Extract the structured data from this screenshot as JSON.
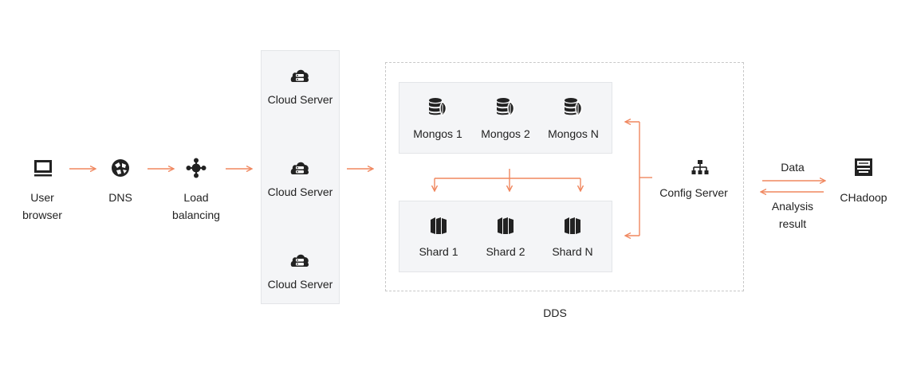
{
  "nodes": {
    "user_browser": {
      "line1": "User",
      "line2": "browser",
      "icon": "monitor-icon"
    },
    "dns": {
      "label": "DNS",
      "icon": "globe-icon"
    },
    "load_balancing": {
      "line1": "Load",
      "line2": "balancing",
      "icon": "load-balancer-icon"
    },
    "cloud_servers": [
      {
        "label": "Cloud Server",
        "icon": "cloud-server-icon"
      },
      {
        "label": "Cloud Server",
        "icon": "cloud-server-icon"
      },
      {
        "label": "Cloud Server",
        "icon": "cloud-server-icon"
      }
    ],
    "mongos": [
      {
        "label": "Mongos 1",
        "icon": "database-leaf-icon"
      },
      {
        "label": "Mongos 2",
        "icon": "database-leaf-icon"
      },
      {
        "label": "Mongos N",
        "icon": "database-leaf-icon"
      }
    ],
    "shards": [
      {
        "label": "Shard 1",
        "icon": "shard-icon"
      },
      {
        "label": "Shard 2",
        "icon": "shard-icon"
      },
      {
        "label": "Shard N",
        "icon": "shard-icon"
      }
    ],
    "config_server": {
      "label": "Config Server",
      "icon": "hierarchy-icon"
    },
    "chadoop": {
      "label": "CHadoop",
      "icon": "hadoop-terminal-icon"
    }
  },
  "edge_labels": {
    "data": "Data",
    "analysis_line1": "Analysis",
    "analysis_line2": "result"
  },
  "group_labels": {
    "dds": "DDS"
  },
  "colors": {
    "arrow": "#f0875f",
    "icon": "#222222",
    "panel": "#f4f5f7",
    "dashed": "#c8c8c8"
  }
}
